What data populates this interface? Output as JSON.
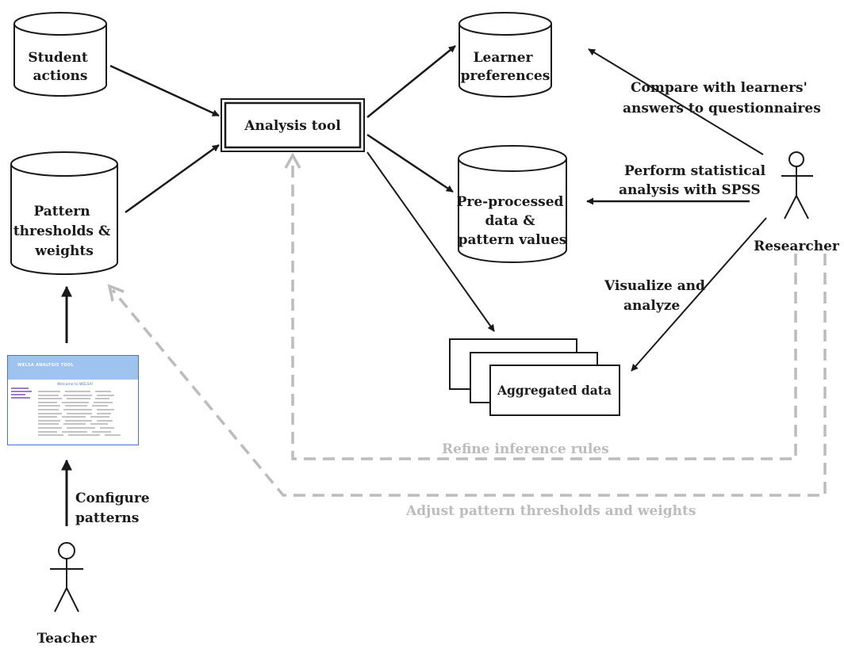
{
  "nodes": {
    "student_actions": [
      "Student",
      "actions"
    ],
    "pattern_thresholds": [
      "Pattern",
      "thresholds &",
      "weights"
    ],
    "analysis_tool": "Analysis tool",
    "learner_preferences": [
      "Learner",
      "preferences"
    ],
    "preprocessed": [
      "Pre-processed",
      "data &",
      "pattern values"
    ],
    "aggregated": "Aggregated data"
  },
  "actors": {
    "teacher": "Teacher",
    "researcher": "Researcher"
  },
  "edge_labels": {
    "configure": [
      "Configure",
      "patterns"
    ],
    "compare": [
      "Compare with learners'",
      "answers to questionnaires"
    ],
    "perform": [
      "Perform statistical",
      "analysis with SPSS"
    ],
    "visualize": [
      "Visualize and",
      "analyze"
    ],
    "refine": "Refine inference rules",
    "adjust": "Adjust pattern thresholds and weights"
  },
  "thumbnail": {
    "title": "WELSA ANALYSIS TOOL",
    "welcome": "Welcome to WELSA!"
  },
  "colors": {
    "ink": "#1a1a1a",
    "feedback": "#bcbcbc",
    "thumb_header": "#9ec3ee",
    "thumb_border": "#4a6fd8"
  }
}
